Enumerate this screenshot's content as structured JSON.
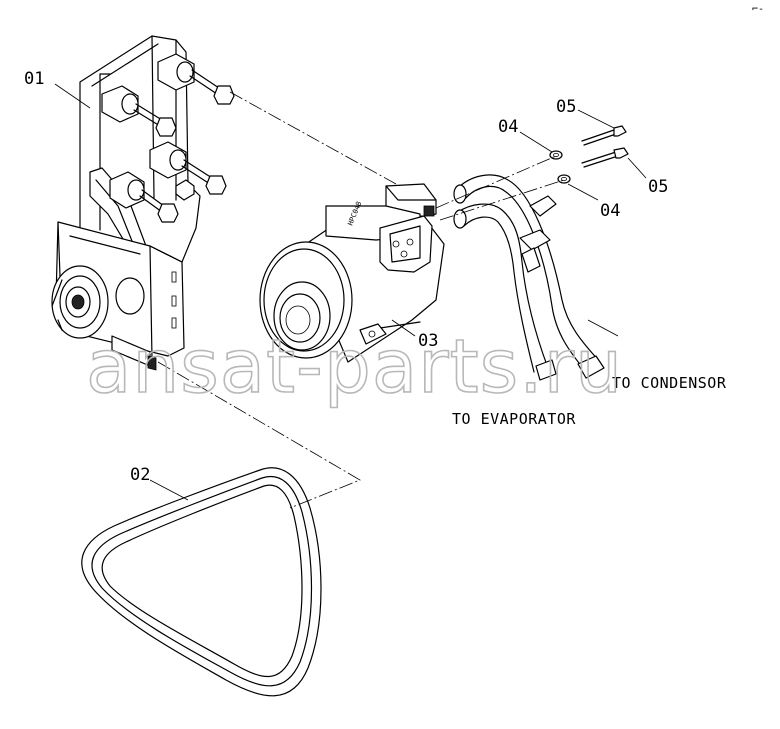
{
  "labels": {
    "p01": "01",
    "p02": "02",
    "p03": "03",
    "p04a": "04",
    "p04b": "04",
    "p05a": "05",
    "p05b": "05"
  },
  "notes": {
    "condenser": "TO CONDENSOR",
    "evaporator": "TO EVAPORATOR"
  },
  "compressor_marking": "HPC048",
  "corner_mark": "⌐-",
  "watermark": "ansat-parts.ru",
  "colors": {
    "line": "#000000",
    "watermark": "#b8b8b8",
    "background": "#ffffff"
  }
}
